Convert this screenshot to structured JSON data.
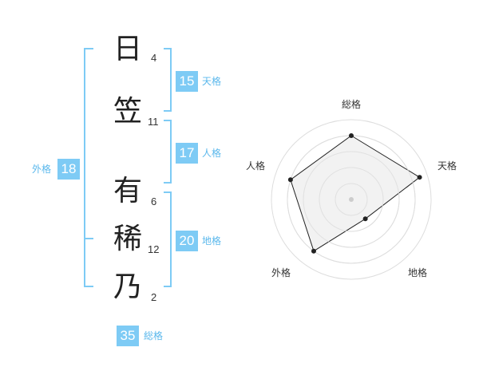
{
  "name": {
    "characters": [
      {
        "char": "日",
        "strokes": "4"
      },
      {
        "char": "笠",
        "strokes": "11"
      },
      {
        "char": "有",
        "strokes": "6"
      },
      {
        "char": "稀",
        "strokes": "12"
      },
      {
        "char": "乃",
        "strokes": "2"
      }
    ]
  },
  "kaku": {
    "tenkaku": {
      "value": "15",
      "label": "天格"
    },
    "jinkaku": {
      "value": "17",
      "label": "人格"
    },
    "chikaku": {
      "value": "20",
      "label": "地格"
    },
    "gaikaku": {
      "value": "18",
      "label": "外格"
    },
    "soukaku": {
      "value": "35",
      "label": "総格"
    }
  },
  "colors": {
    "accent": "#7ecbf5",
    "accent_text": "#5bb8ec",
    "radar_fill": "#f0f0f0",
    "radar_ring": "#dddddd",
    "polygon_stroke": "#222222"
  },
  "chart_data": {
    "type": "radar",
    "axes": [
      "総格",
      "天格",
      "地格",
      "外格",
      "人格"
    ],
    "values": [
      4,
      4.5,
      1.5,
      4,
      4
    ],
    "rlim": [
      0,
      5
    ],
    "rings": 5
  }
}
